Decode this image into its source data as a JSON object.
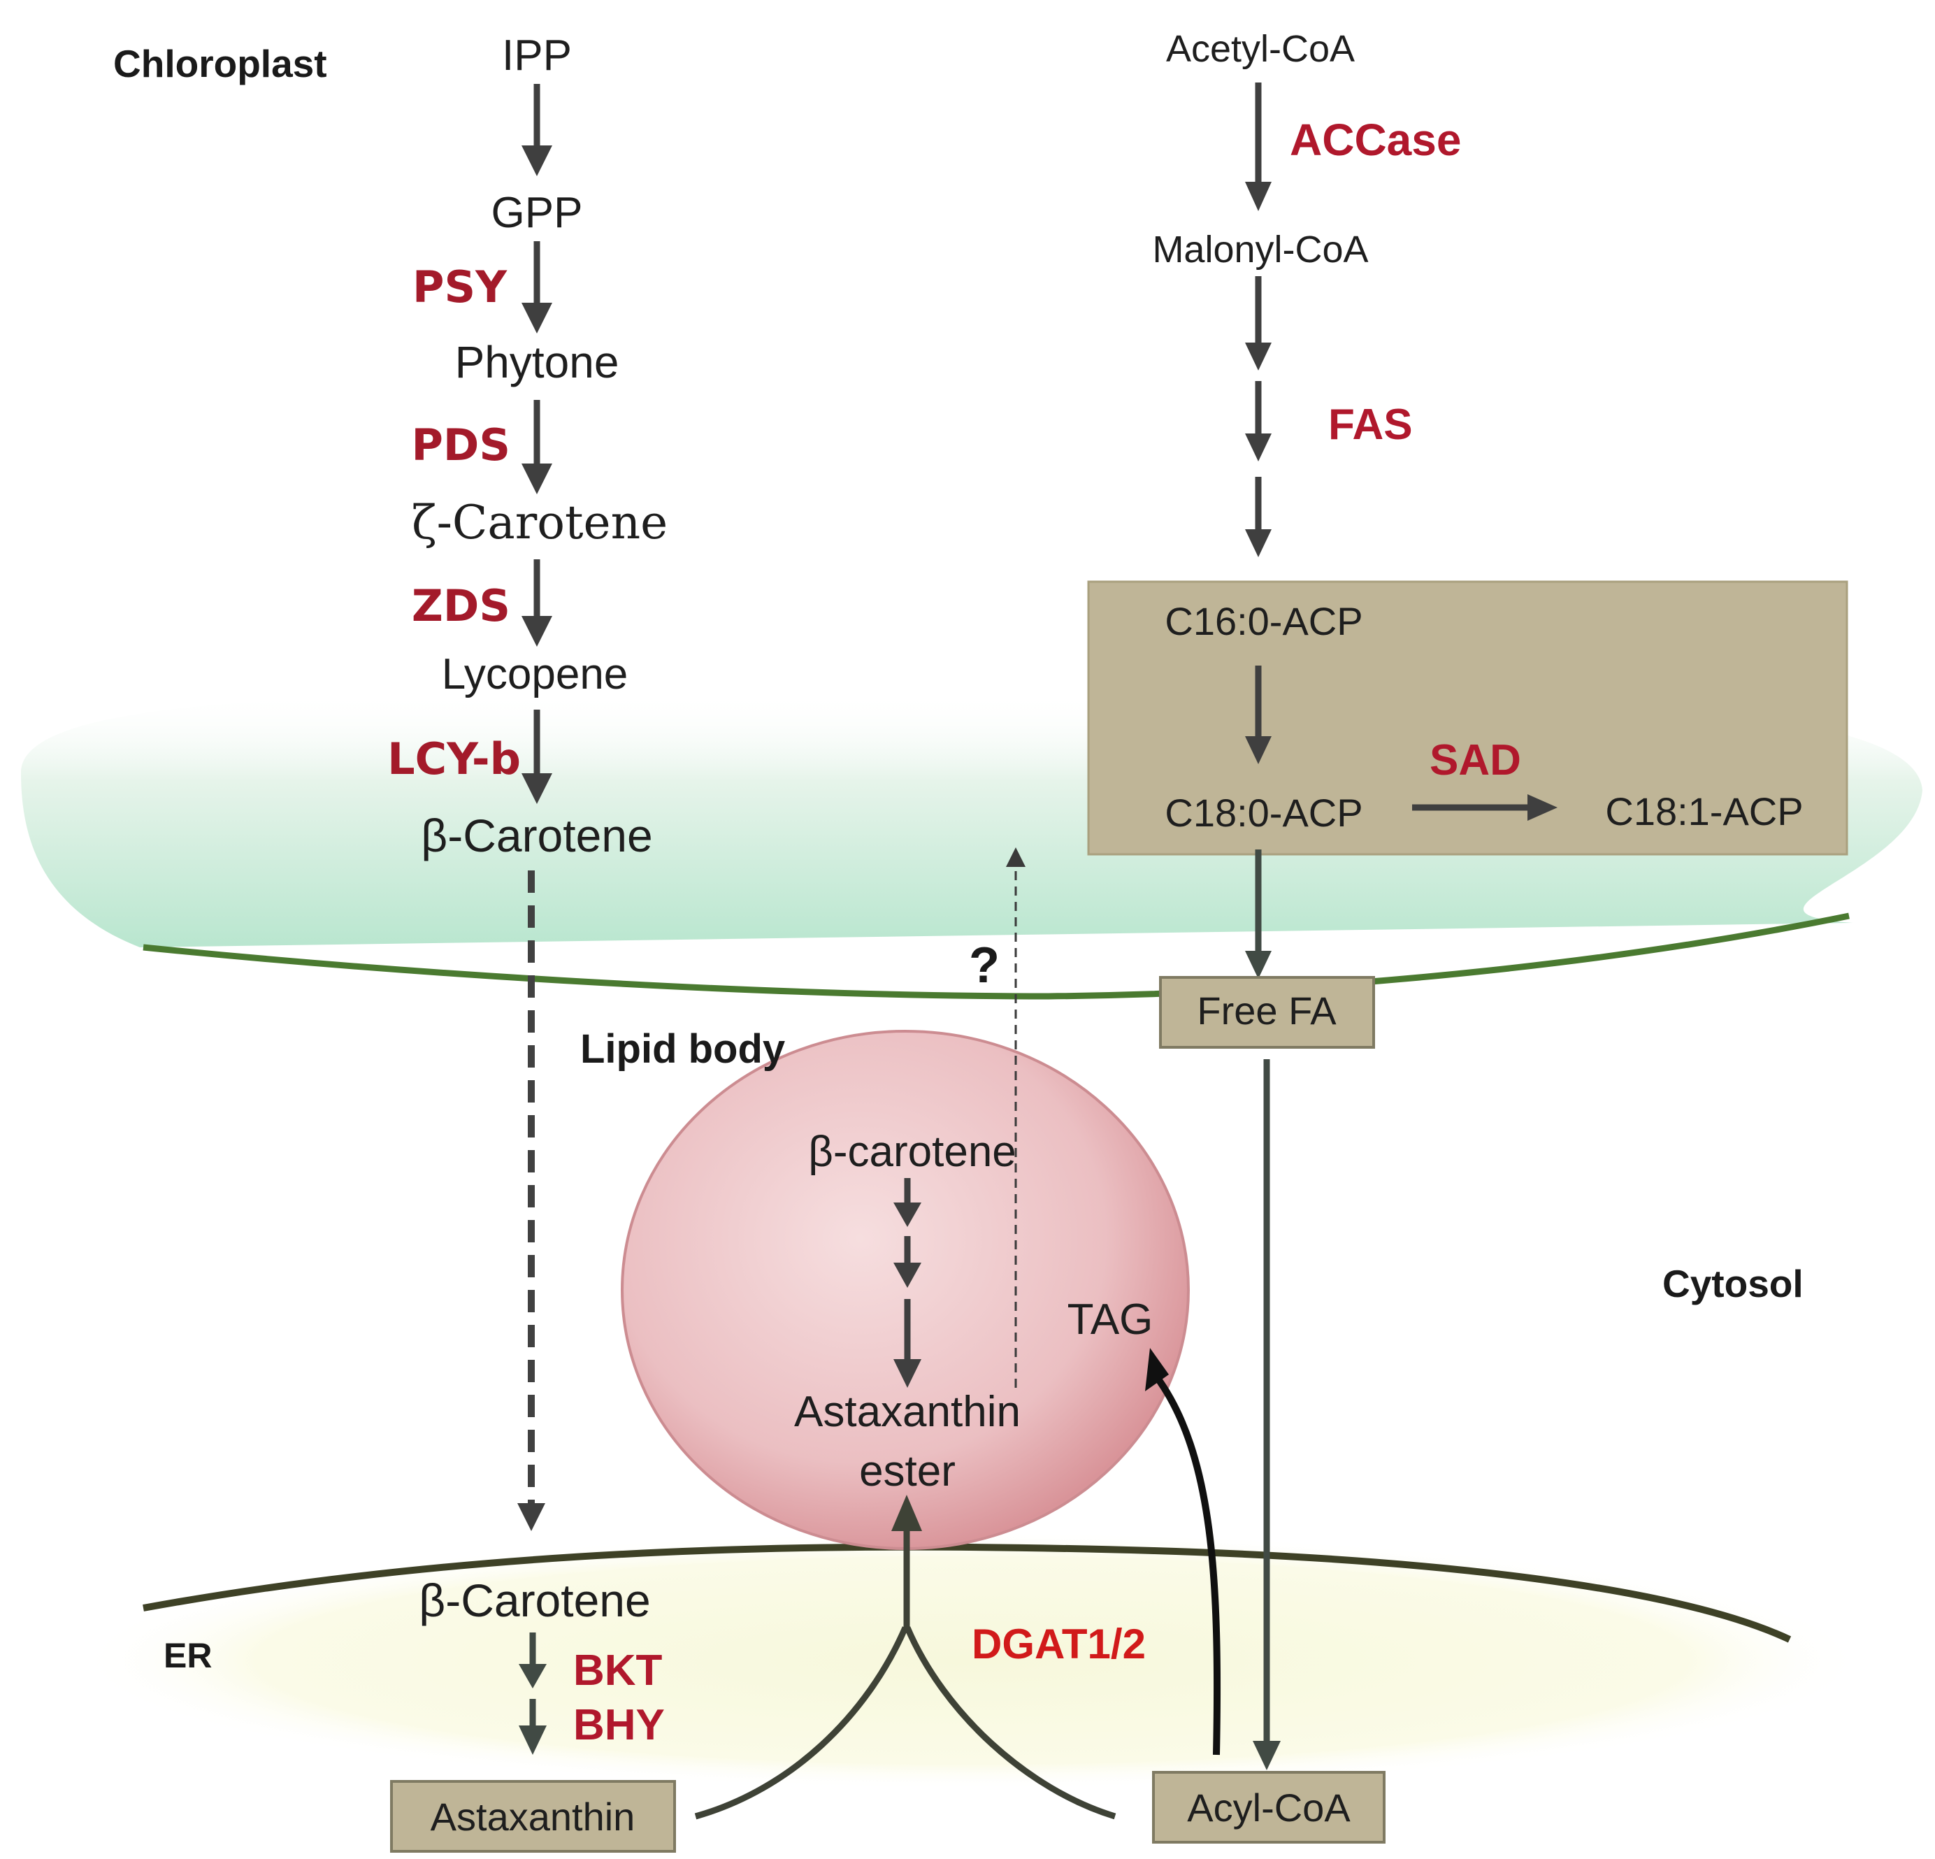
{
  "compartments": {
    "chloroplast": "Chloroplast",
    "lipid_body": "Lipid body",
    "cytosol": "Cytosol",
    "er": "ER"
  },
  "carotenoid_pathway": {
    "ipp": "IPP",
    "gpp": "GPP",
    "phytone": "Phytone",
    "zeta_carotene": "ζ-Carotene",
    "lycopene": "Lycopene",
    "beta_carotene_chloroplast": "β-Carotene",
    "beta_carotene_er": "β-Carotene",
    "astaxanthin": "Astaxanthin",
    "enzymes": {
      "psy": "PSY",
      "pds": "PDS",
      "zds": "ZDS",
      "lcy_b": "LCY-b",
      "bkt": "BKT",
      "bhy": "BHY"
    }
  },
  "fatty_acid_pathway": {
    "acetyl_coa": "Acetyl-CoA",
    "malonyl_coa": "Malonyl-CoA",
    "c16_acp": "C16:0-ACP",
    "c18_acp": "C18:0-ACP",
    "c18_1_acp": "C18:1-ACP",
    "free_fa": "Free FA",
    "acyl_coa": "Acyl-CoA",
    "enzymes": {
      "accase": "ACCase",
      "fas": "FAS",
      "sad": "SAD",
      "dgat": "DGAT1/2"
    }
  },
  "lipid_body_contents": {
    "beta_carotene": "β-carotene",
    "tag": "TAG",
    "astaxanthin_ester_line1": "Astaxanthin",
    "astaxanthin_ester_line2": "ester"
  },
  "unknown_transport": "?",
  "colors": {
    "enzyme_dark_red": "#a31a2a",
    "enzyme_bright_red": "#d11a1a",
    "plastid_box": "#bfb597",
    "lipid_body_fill": "#e9b8bc",
    "chloroplast_membrane": "#4a7a30",
    "er_membrane": "#3e4126",
    "arrow_grey": "#3f3f3f"
  }
}
